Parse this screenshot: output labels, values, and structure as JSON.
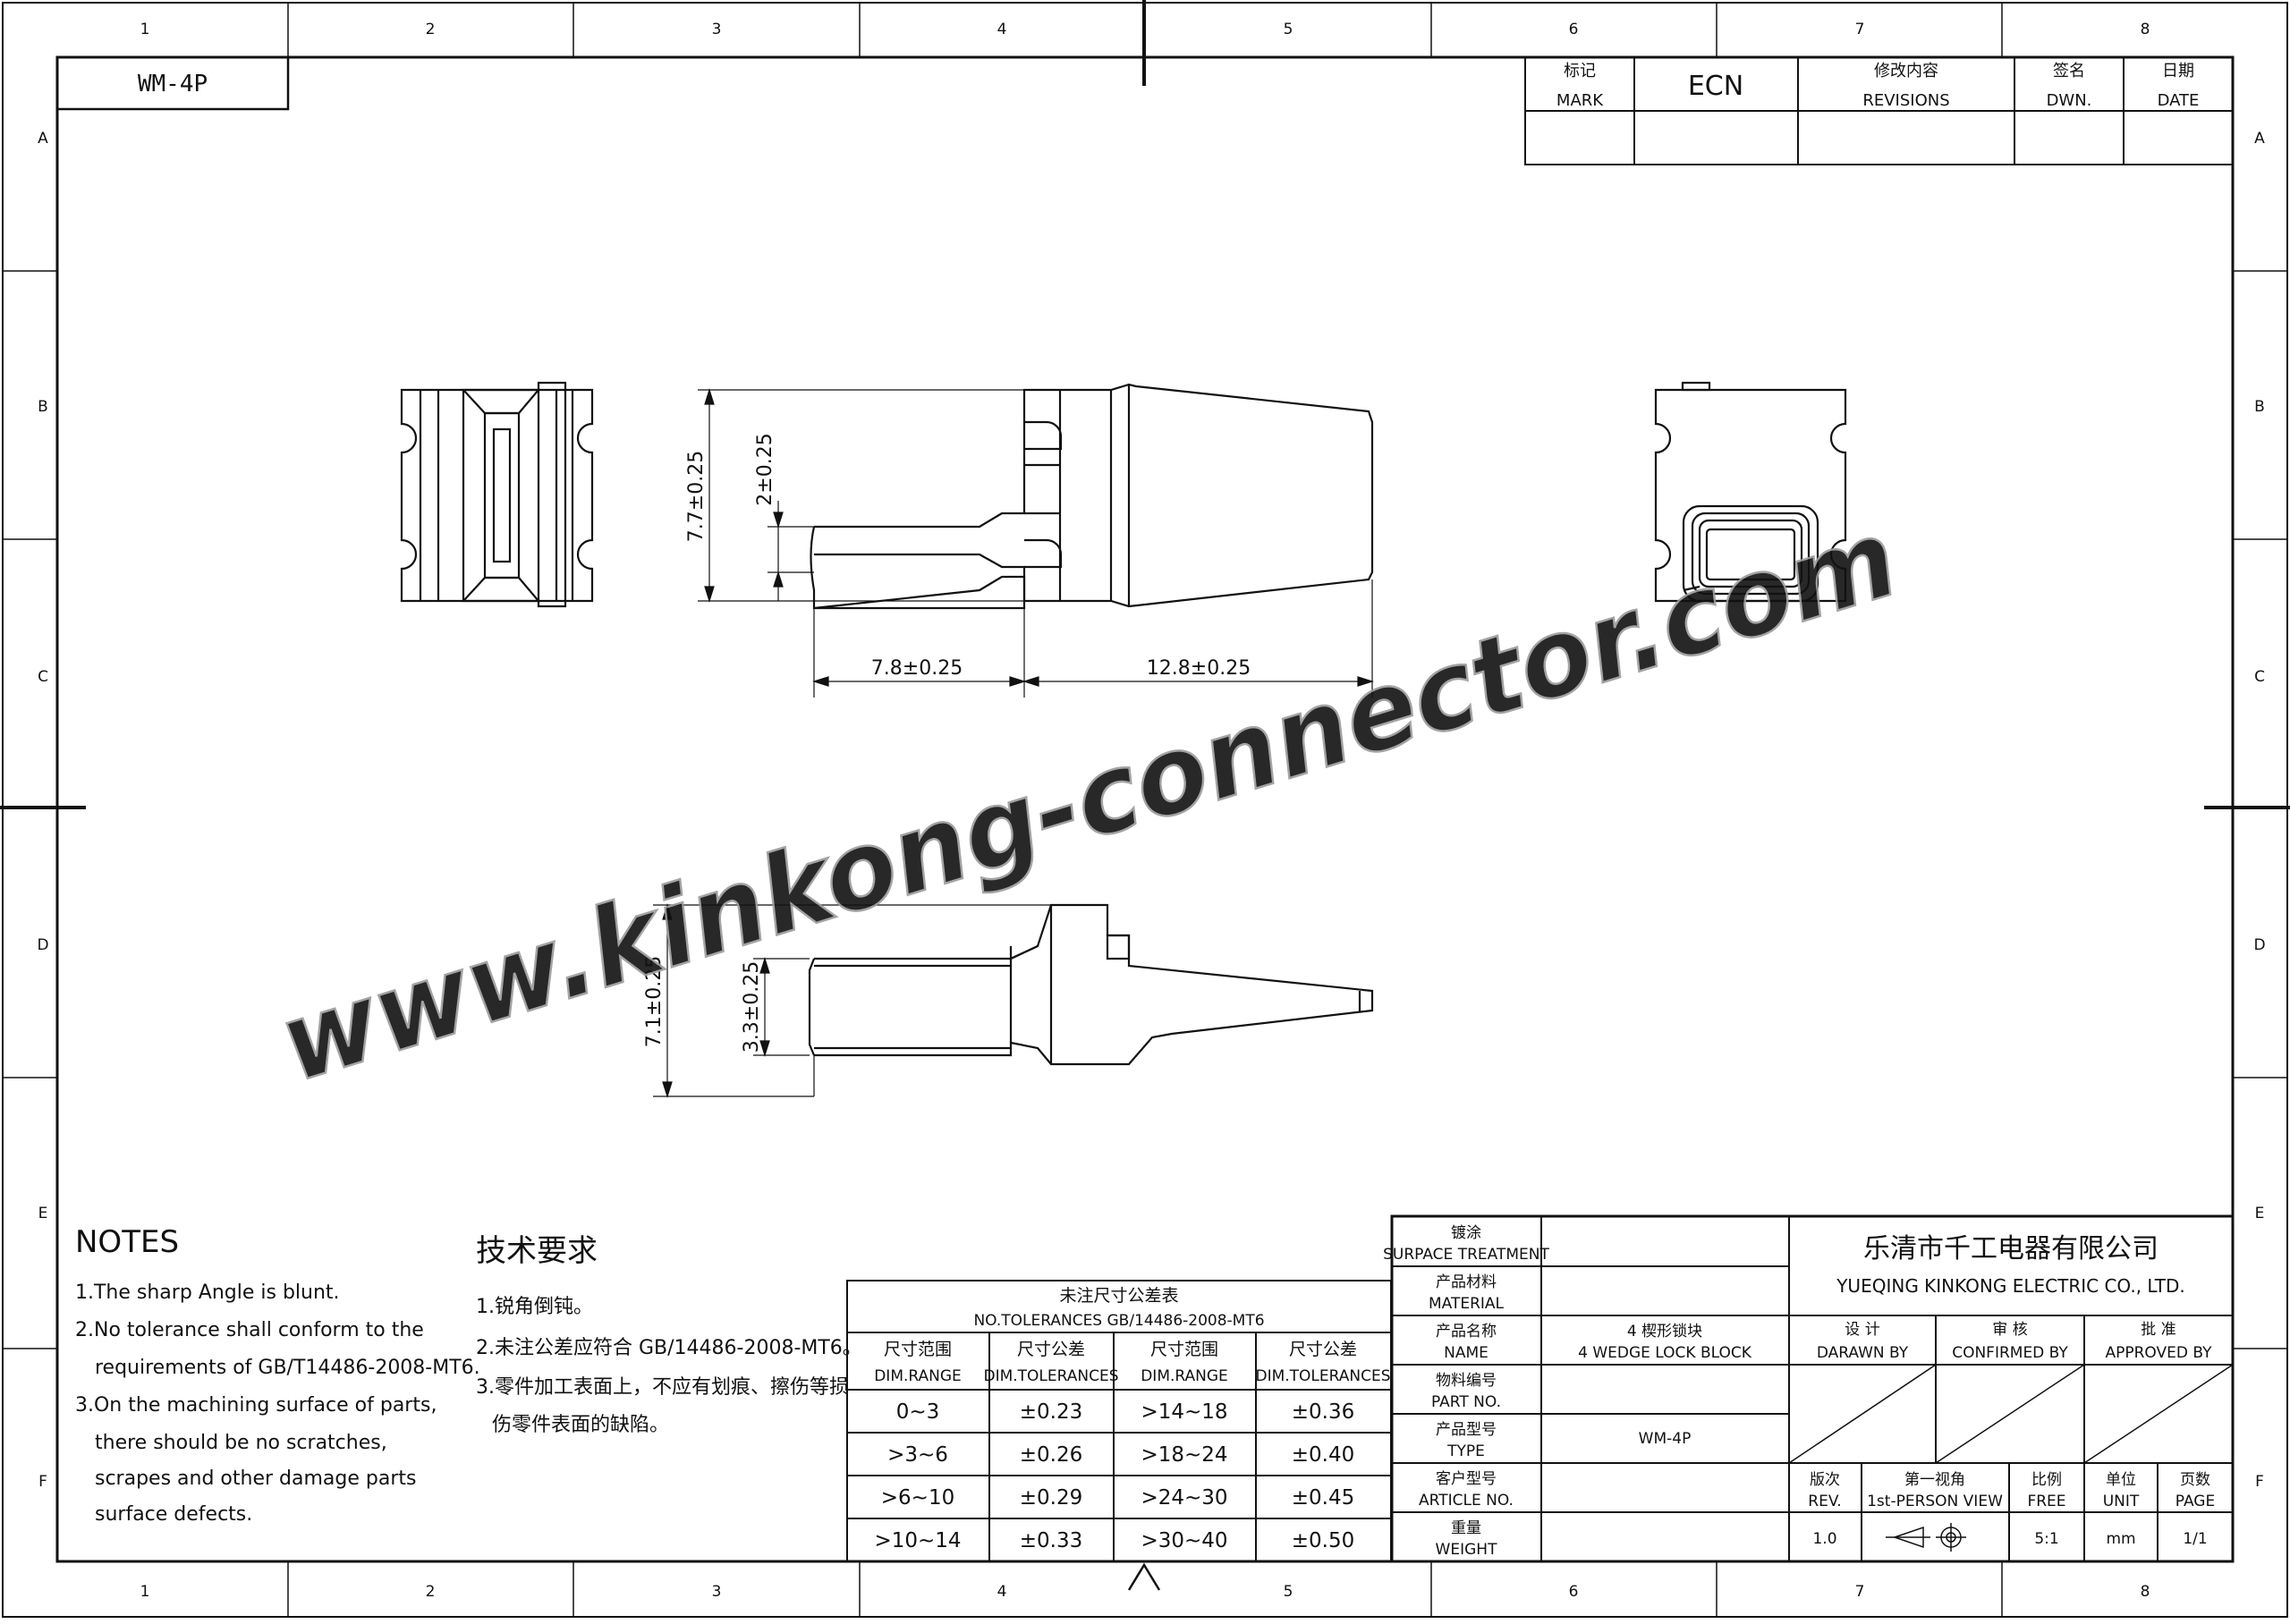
{
  "border": {
    "columns": [
      "1",
      "2",
      "3",
      "4",
      "5",
      "6",
      "7",
      "8"
    ],
    "rows": [
      "A",
      "B",
      "C",
      "D",
      "E",
      "F"
    ]
  },
  "part_tag": "WM-4P",
  "revision_header": {
    "mark_cn": "标记",
    "mark_en": "MARK",
    "ecn": "ECN",
    "revisions_cn": "修改内容",
    "revisions_en": "REVISIONS",
    "drawn_cn": "签名",
    "drawn_en": "DWN.",
    "date_cn": "日期",
    "date_en": "DATE"
  },
  "dimensions": {
    "overall_height": "7.7±0.25",
    "tail_height": "2±0.25",
    "tail_length": "7.8±0.25",
    "body_length": "12.8±0.25",
    "bottom_height": "7.1±0.25",
    "bottom_tail_height": "3.3±0.25"
  },
  "watermark": "www.kinkong-connector.com",
  "notes_en": {
    "title": "NOTES",
    "lines": [
      "1.The sharp Angle is blunt.",
      "2.No tolerance shall conform to the",
      "requirements of GB/T14486-2008-MT6.",
      "3.On the machining surface of parts,",
      "there should be no scratches,",
      "scrapes and other damage parts",
      "surface defects."
    ]
  },
  "notes_cn": {
    "title": "技术要求",
    "lines": [
      "1.锐角倒钝。",
      "2.未注公差应符合 GB/14486-2008-MT6。",
      "3.零件加工表面上，不应有划痕、擦伤等损",
      "伤零件表面的缺陷。"
    ]
  },
  "tolerance_table": {
    "title_cn": "未注尺寸公差表",
    "title_en": "NO.TOLERANCES GB/14486-2008-MT6",
    "headers": [
      {
        "cn": "尺寸范围",
        "en": "DIM.RANGE"
      },
      {
        "cn": "尺寸公差",
        "en": "DIM.TOLERANCES"
      },
      {
        "cn": "尺寸范围",
        "en": "DIM.RANGE"
      },
      {
        "cn": "尺寸公差",
        "en": "DIM.TOLERANCES"
      }
    ],
    "rows": [
      [
        "0~3",
        "±0.23",
        ">14~18",
        "±0.36"
      ],
      [
        ">3~6",
        "±0.26",
        ">18~24",
        "±0.40"
      ],
      [
        ">6~10",
        "±0.29",
        ">24~30",
        "±0.45"
      ],
      [
        ">10~14",
        "±0.33",
        ">30~40",
        "±0.50"
      ]
    ]
  },
  "title_block": {
    "company_cn": "乐清市千工电器有限公司",
    "company_en": "YUEQING KINKONG ELECTRIC CO., LTD.",
    "fields": [
      {
        "cn": "镀涂",
        "en": "SURPACE TREATMENT",
        "value": ""
      },
      {
        "cn": "产品材料",
        "en": "MATERIAL",
        "value": ""
      },
      {
        "cn": "产品名称",
        "en": "NAME",
        "value_cn": "4 楔形锁块",
        "value": "4 WEDGE LOCK BLOCK"
      },
      {
        "cn": "物料编号",
        "en": "PART NO.",
        "value": ""
      },
      {
        "cn": "产品型号",
        "en": "TYPE",
        "value": "WM-4P"
      },
      {
        "cn": "客户型号",
        "en": "ARTICLE NO.",
        "value": ""
      },
      {
        "cn": "重量",
        "en": "WEIGHT",
        "value": ""
      }
    ],
    "signatures": [
      {
        "cn": "设  计",
        "en": "DARAWN BY"
      },
      {
        "cn": "审  核",
        "en": "CONFIRMED BY"
      },
      {
        "cn": "批  准",
        "en": "APPROVED BY"
      }
    ],
    "info_headers": [
      {
        "cn": "版次",
        "en": "REV."
      },
      {
        "cn": "第一视角",
        "en": "1st-PERSON VIEW"
      },
      {
        "cn": "比例",
        "en": "FREE"
      },
      {
        "cn": "单位",
        "en": "UNIT"
      },
      {
        "cn": "页数",
        "en": "PAGE"
      }
    ],
    "rev": "1.0",
    "scale": "5:1",
    "unit": "mm",
    "page": "1/1"
  }
}
